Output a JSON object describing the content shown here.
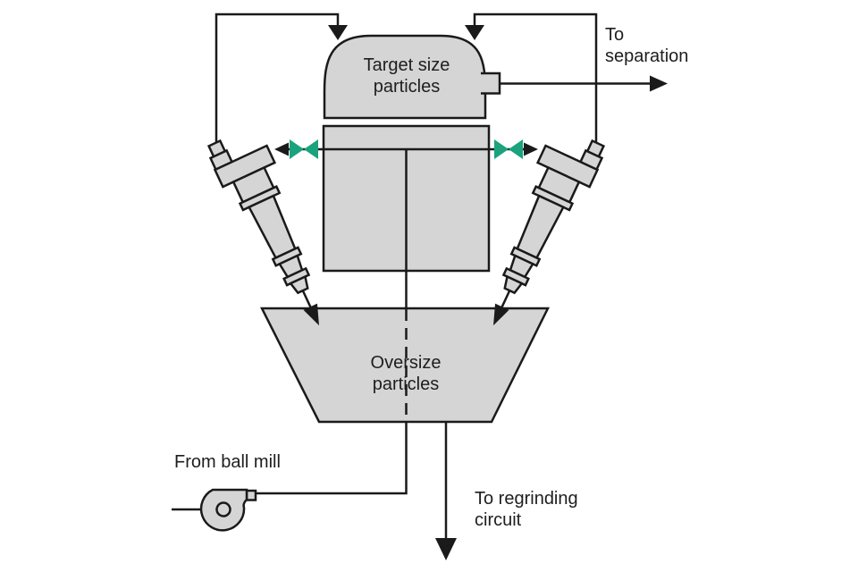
{
  "labels": {
    "target_size_particles": {
      "line1": "Target size",
      "line2": "particles"
    },
    "oversize_particles": {
      "line1": "Oversize",
      "line2": "particles"
    },
    "to_separation": {
      "line1": "To",
      "line2": "separation"
    },
    "from_ball_mill": {
      "text": "From ball mill"
    },
    "to_regrinding_circuit": {
      "line1": "To regrinding",
      "line2": "circuit"
    }
  },
  "colors": {
    "equipment_fill": "#d5d5d5",
    "line_stroke": "#1a1a1a",
    "valve_green": "#1aa37c",
    "text": "#1e1e1e",
    "background": "#ffffff"
  }
}
